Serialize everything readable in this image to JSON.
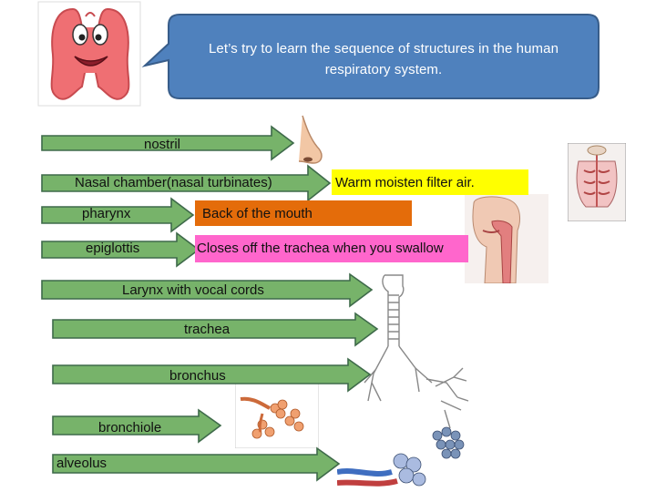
{
  "speech_bubble": {
    "line1": "Let’s try to learn the sequence of structures in the human",
    "line2": "respiratory system."
  },
  "sequence": [
    {
      "label": "nostril"
    },
    {
      "label": "Nasal chamber(nasal turbinates)"
    },
    {
      "label": "pharynx"
    },
    {
      "label": "epiglottis"
    },
    {
      "label": "Larynx with vocal cords"
    },
    {
      "label": "trachea"
    },
    {
      "label": "bronchus"
    },
    {
      "label": "bronchiole"
    },
    {
      "label": "alveolus"
    }
  ],
  "notes": {
    "nasal_chamber": "Warm moisten filter air.",
    "pharynx": "Back of the mouth",
    "epiglottis": "Closes off the trachea when you swallow"
  },
  "colors": {
    "bubble": "#4f81bd",
    "arrow_fill": "#77b36a",
    "arrow_stroke": "#3e6a4a",
    "yellow_note": "#ffff00",
    "orange_note": "#e46c0a",
    "pink_note": "#ff66cc"
  },
  "icons": {
    "mascot": "lungs-mascot-icon",
    "nose": "nose-icon",
    "turbinates": "nasal-turbinates-image"
  }
}
